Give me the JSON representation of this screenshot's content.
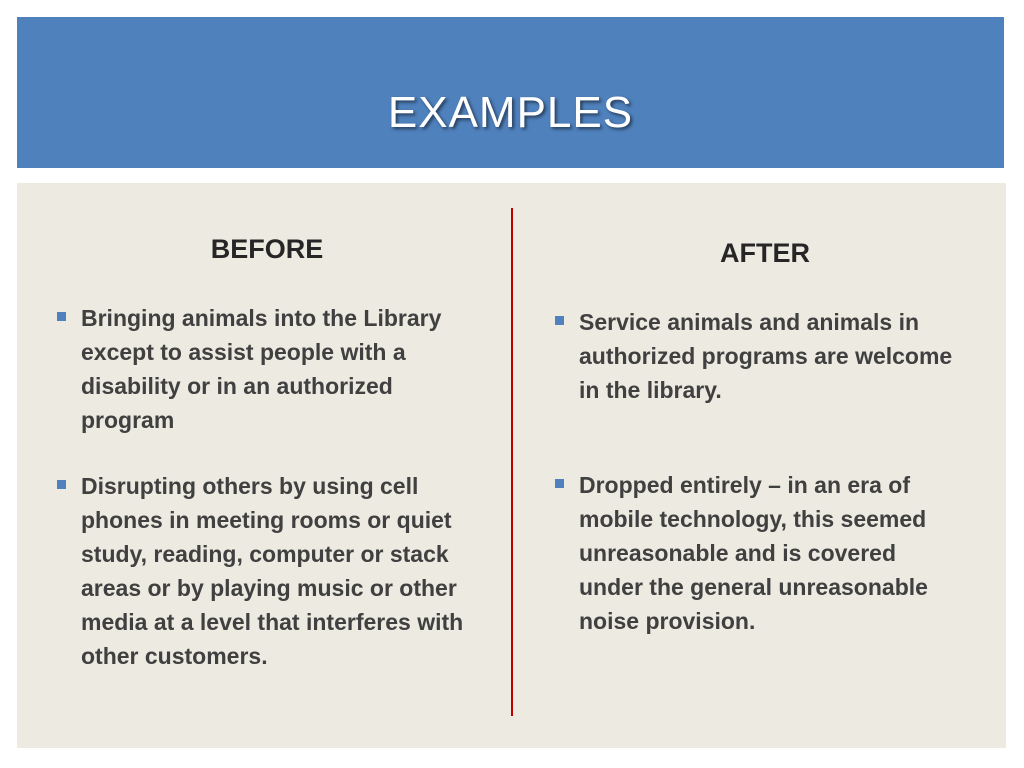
{
  "slide": {
    "title": "EXAMPLES"
  },
  "before": {
    "heading": "BEFORE",
    "items": [
      {
        "text": "Bringing animals into the Library except to assist people with a disability or in an authorized program"
      },
      {
        "text": "Disrupting others by using cell phones in meeting rooms or quiet study, reading, computer or stack areas or by playing music or other media at a level that interferes with other customers."
      }
    ]
  },
  "after": {
    "heading": "AFTER",
    "items": [
      {
        "text": "Service animals and animals in authorized programs are welcome in the library."
      },
      {
        "text": "Dropped entirely – in an era of mobile technology, this seemed unreasonable and is covered under the general unreasonable noise provision."
      }
    ]
  },
  "colors": {
    "title_bar": "#4f81bd",
    "content_bg": "#eceae1",
    "divider": "#c00000",
    "bullet": "#4f81bd"
  }
}
